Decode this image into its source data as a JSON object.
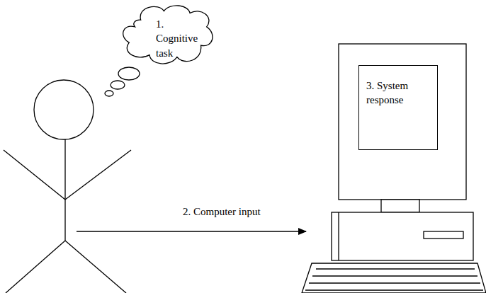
{
  "diagram": {
    "nodes": [
      {
        "text": [
          "1. Cognitive task"
        ]
      },
      {
        "text": [
          "3. System response"
        ]
      }
    ],
    "labels": [
      "2. Computer input"
    ]
  }
}
